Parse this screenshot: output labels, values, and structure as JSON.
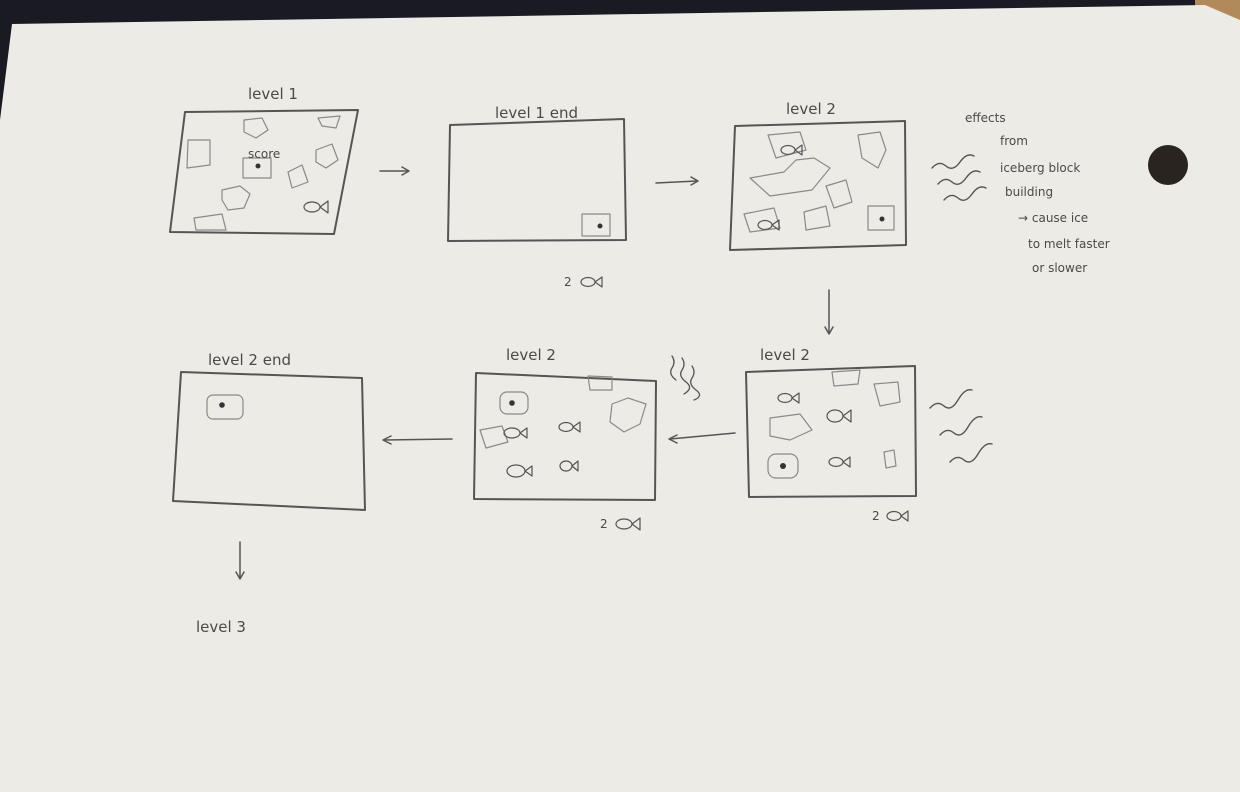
{
  "colors": {
    "paper": "#ecebe6",
    "ink": "#4a4a4a",
    "background": "#1a1a22",
    "table": "#b08a5a"
  },
  "panels": {
    "level1": {
      "label": "level 1",
      "score_label": "score"
    },
    "level1_end": {
      "label": "level 1 end",
      "caption": "2"
    },
    "level2_a": {
      "label": "level 2"
    },
    "level2_b": {
      "label": "level 2",
      "caption": "2"
    },
    "level2_c": {
      "label": "level 2",
      "caption": "2"
    },
    "level2_end": {
      "label": "level 2 end"
    }
  },
  "next_level": "level 3",
  "notes": {
    "line1": "effects",
    "line2": "from",
    "line3": "iceberg block",
    "line4": "building",
    "line5": "→ cause ice",
    "line6": "to melt faster",
    "line7": "or slower"
  }
}
